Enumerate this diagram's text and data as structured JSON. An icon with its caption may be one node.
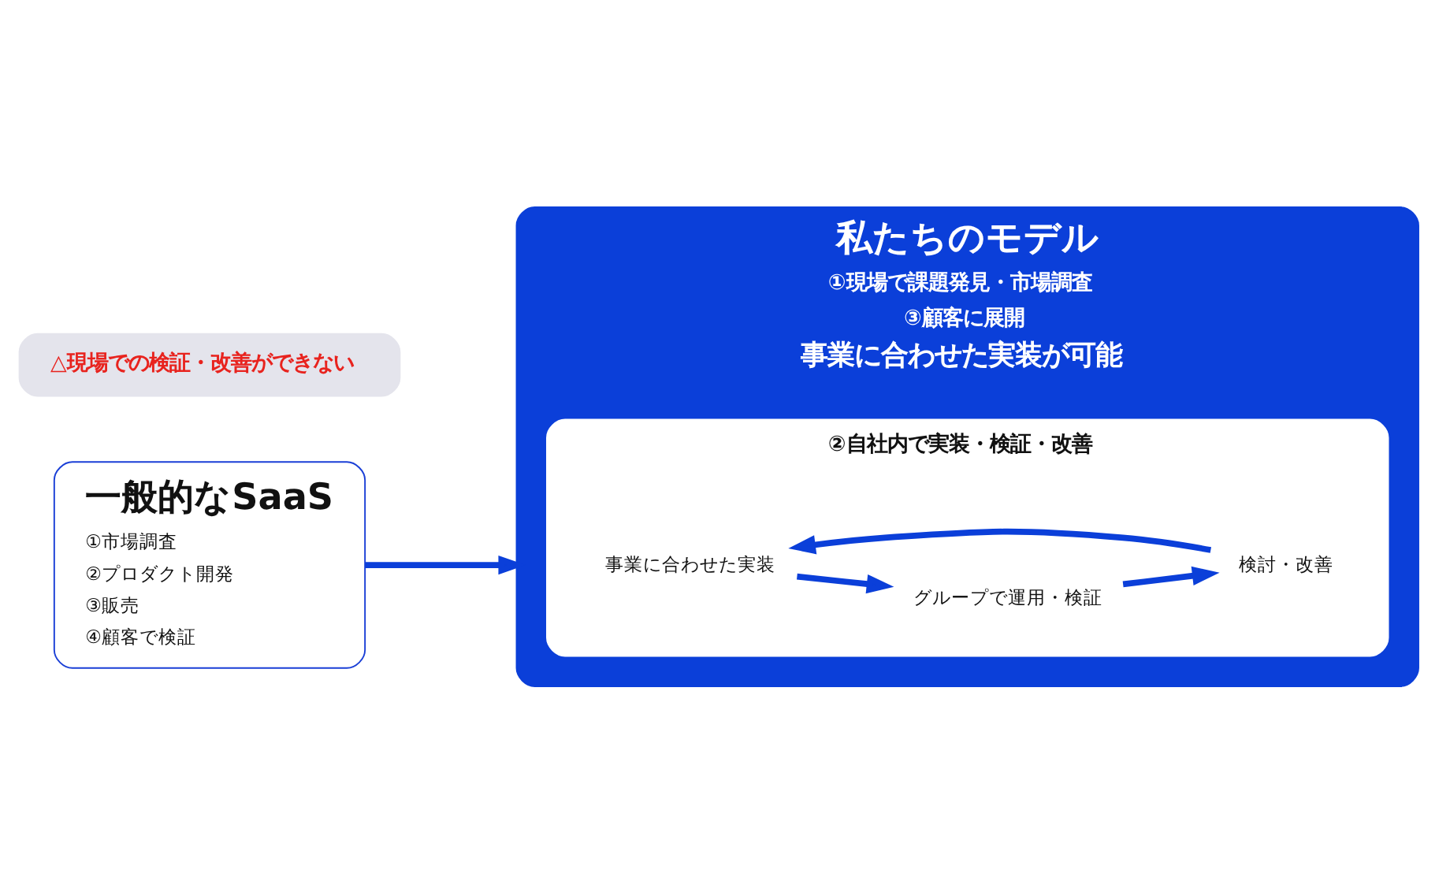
{
  "diagram": {
    "nodes": [
      {
        "text": [
          "一般的なSaaS",
          "①市場調査",
          "②プロダクト開発",
          "③販売",
          "④顧客で検証"
        ]
      },
      {
        "text": [
          "△現場での検証・改善ができない"
        ]
      },
      {
        "text": [
          "私たちのモデル",
          "①現場で課題発見・市場調査",
          "③顧客に展開",
          "事業に合わせた実装が可能"
        ]
      },
      {
        "text": [
          "②自社内で実装・検証・改善"
        ],
        "in": 2
      },
      {
        "text": [
          "事業に合わせた実装"
        ],
        "in": 3
      },
      {
        "text": [
          "グループで運用・検証"
        ],
        "in": 3
      },
      {
        "text": [
          "検討・改善"
        ],
        "in": 3
      }
    ],
    "edges": [
      {
        "from": 0,
        "to": 2,
        "arrow": "to"
      },
      {
        "from": 4,
        "to": 5,
        "arrow": "to"
      },
      {
        "from": 5,
        "to": 6,
        "arrow": "to"
      },
      {
        "from": 6,
        "to": 4,
        "arrow": "to"
      }
    ]
  }
}
